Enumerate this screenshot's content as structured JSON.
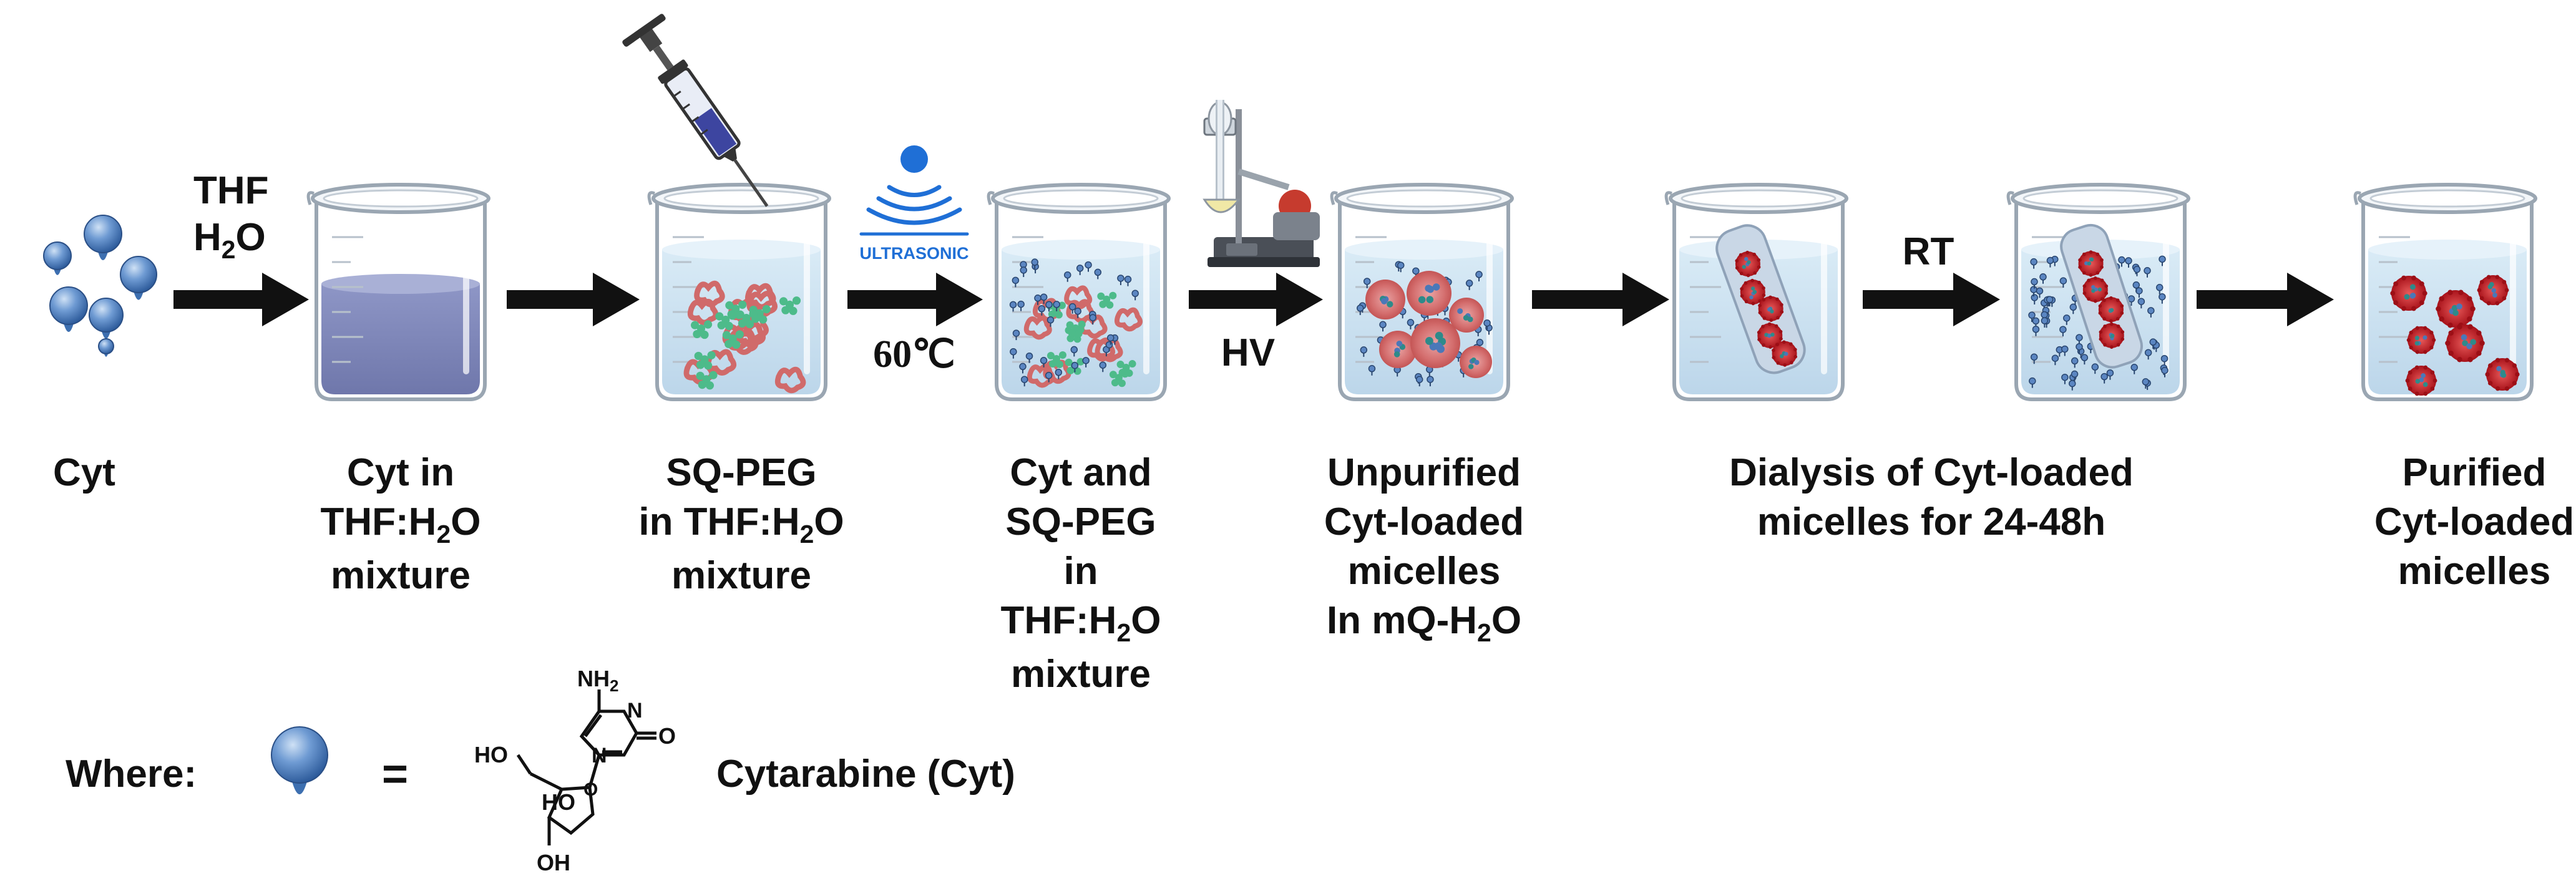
{
  "steps": [
    {
      "lines": [
        [
          "Cyt"
        ]
      ]
    },
    {
      "lines": [
        [
          "Cyt in"
        ],
        [
          "THF:H",
          "2",
          "O"
        ],
        [
          "mixture"
        ]
      ]
    },
    {
      "lines": [
        [
          "SQ-PEG"
        ],
        [
          "in THF:H",
          "2",
          "O"
        ],
        [
          "mixture"
        ]
      ]
    },
    {
      "lines": [
        [
          "Cyt and"
        ],
        [
          "SQ-PEG"
        ],
        [
          "in"
        ],
        [
          "THF:H",
          "2",
          "O"
        ],
        [
          "mixture"
        ]
      ]
    },
    {
      "lines": [
        [
          "Unpurified"
        ],
        [
          "Cyt-loaded"
        ],
        [
          "micelles"
        ],
        [
          "In mQ-H",
          "2",
          "O"
        ]
      ]
    },
    {
      "lines": [
        [
          "Dialysis of Cyt-loaded"
        ],
        [
          "micelles for 24-48h"
        ]
      ]
    },
    {
      "lines": [
        [
          "Purified"
        ],
        [
          "Cyt-loaded"
        ],
        [
          "micelles"
        ]
      ]
    }
  ],
  "conditions": {
    "thf": "THF",
    "h2o": [
      "H",
      "2",
      "O"
    ],
    "temp": "60℃",
    "hv": "HV",
    "rt": "RT",
    "ultrasonic": "ULTRASONIC"
  },
  "legend": {
    "where": "Where:",
    "equals": "=",
    "name": "Cytarabine (Cyt)",
    "structure": {
      "nh2": "NH2",
      "n": "N",
      "o": "O",
      "n1": "N",
      "ho": "HO",
      "ho2": "HO",
      "oh": "OH",
      "ring_o": "O"
    }
  },
  "colors": {
    "liquid_blue": "#7e86b8",
    "liquid_light": "#cfe4f2",
    "polymer_red": "#d06a6a",
    "drug_green": "#4dbb8a",
    "micelle_red": "#c0272d",
    "drop_blue": "#3d6fb0",
    "ultrasonic_blue": "#1f6fd6"
  }
}
